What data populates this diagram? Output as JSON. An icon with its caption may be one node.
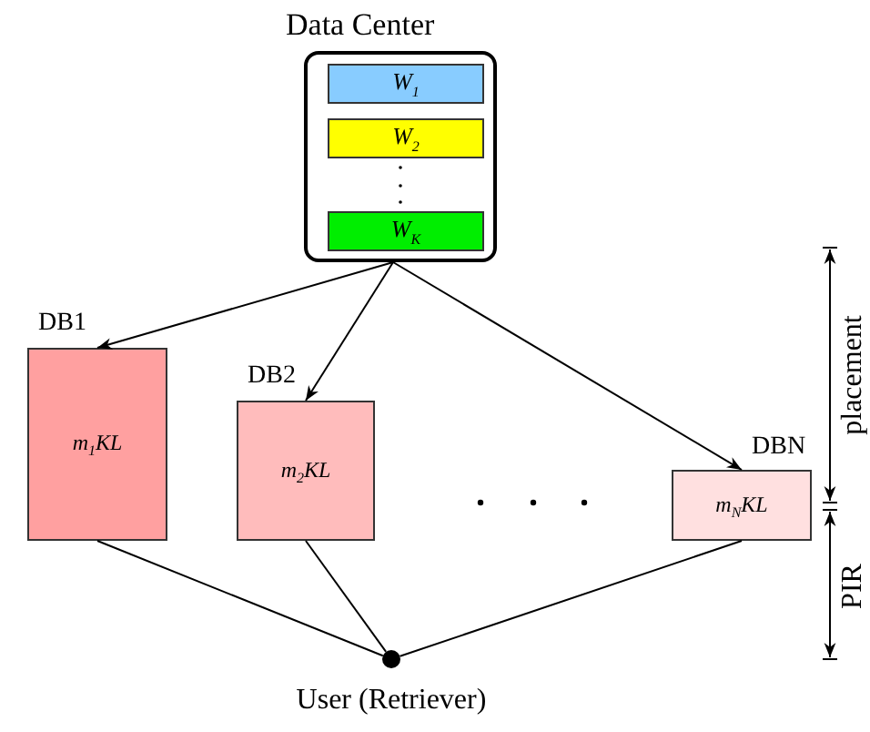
{
  "diagram": {
    "nodes": [
      {
        "text": [
          "Data Center"
        ]
      },
      {
        "text": [
          "W$_{1}$"
        ],
        "in": 0
      },
      {
        "text": [
          "W$_{2}$"
        ],
        "in": 0
      },
      {
        "text": [
          "W$_{K}$"
        ],
        "in": 0
      },
      {
        "text": [
          "DB1",
          "m$_{1}$KL"
        ]
      },
      {
        "text": [
          "DB2",
          "m$_{2}$KL"
        ]
      },
      {
        "text": [
          "DBN",
          "m$_{N}$KL"
        ]
      },
      {
        "text": [],
        "shape": "circle",
        "beside": [
          "User (Retriever)"
        ]
      }
    ],
    "edges": [
      {
        "from": 0,
        "to": 4,
        "arrow": "to"
      },
      {
        "from": 0,
        "to": 5,
        "arrow": "to"
      },
      {
        "from": 0,
        "to": 6,
        "arrow": "to"
      },
      {
        "from": 4,
        "to": 7,
        "arrow": "none"
      },
      {
        "from": 5,
        "to": 7,
        "arrow": "none"
      },
      {
        "from": 6,
        "to": 7,
        "arrow": "none"
      }
    ],
    "labels": [
      "placement",
      "PIR"
    ]
  }
}
